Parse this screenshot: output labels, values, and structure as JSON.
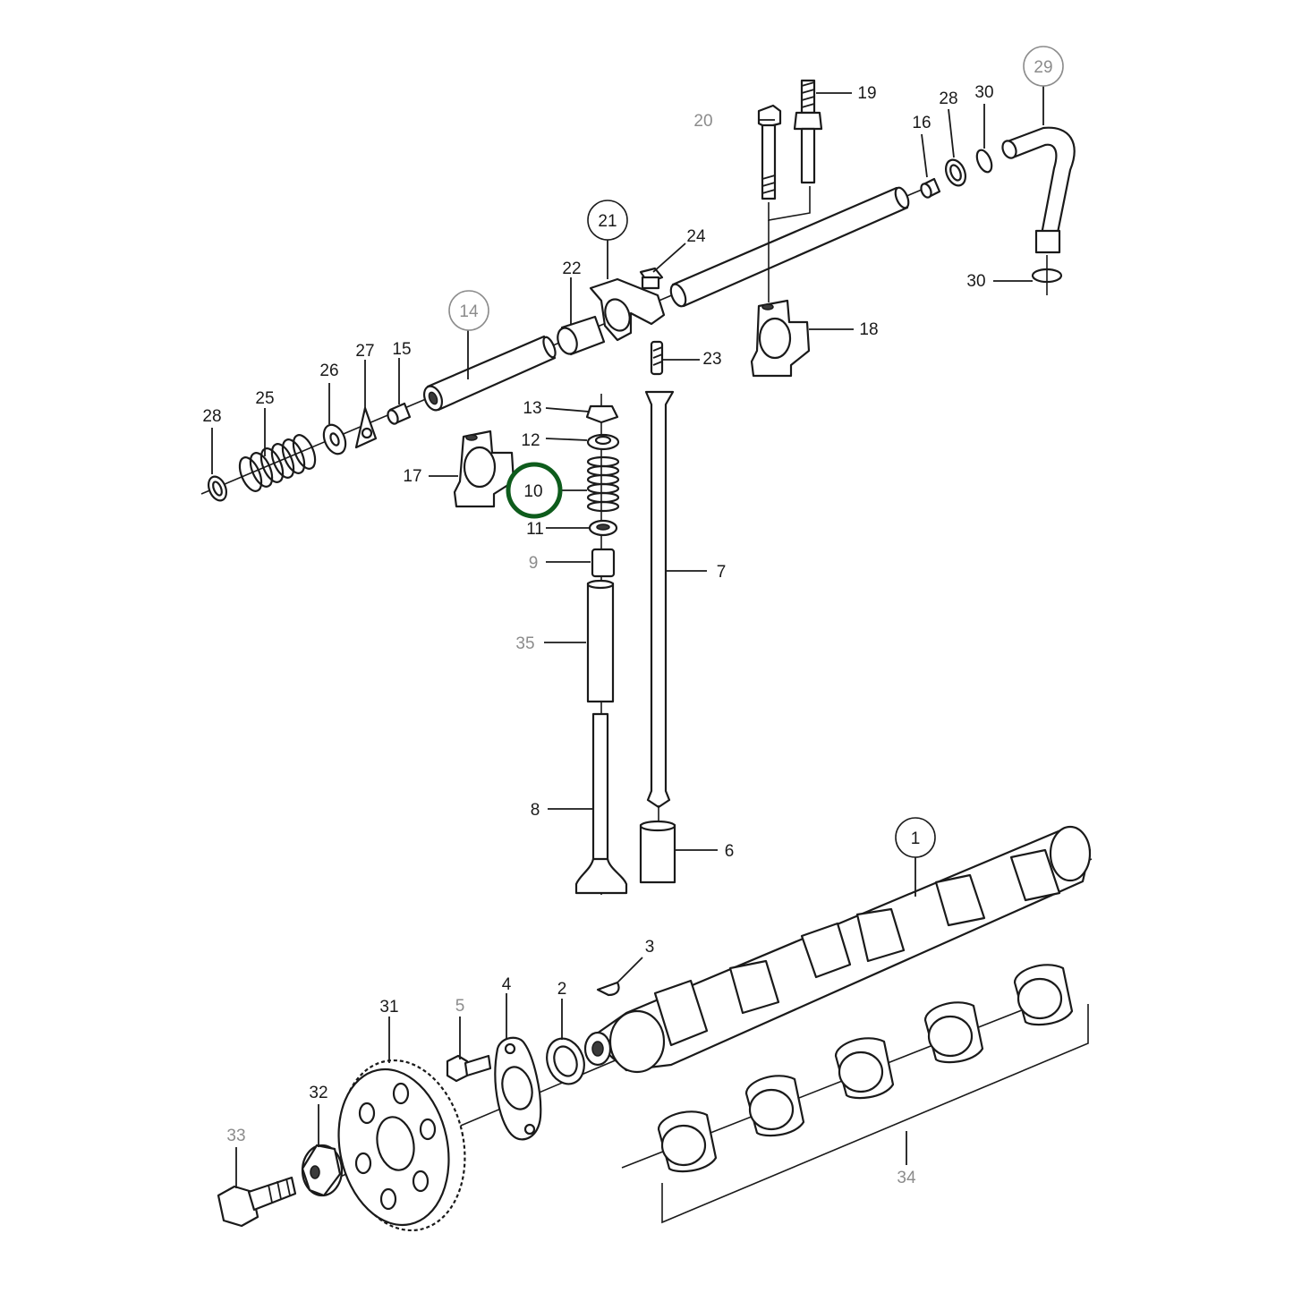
{
  "labels": {
    "p1": "1",
    "p2": "2",
    "p3": "3",
    "p4": "4",
    "p5": "5",
    "p6": "6",
    "p7": "7",
    "p8": "8",
    "p9": "9",
    "p10": "10",
    "p11": "11",
    "p12": "12",
    "p13": "13",
    "p14": "14",
    "p15": "15",
    "p16": "16",
    "p17": "17",
    "p18": "18",
    "p19": "19",
    "p20": "20",
    "p21": "21",
    "p22": "22",
    "p23": "23",
    "p24": "24",
    "p25": "25",
    "p26": "26",
    "p27": "27",
    "p28a": "28",
    "p28b": "28",
    "p29": "29",
    "p30a": "30",
    "p30b": "30",
    "p31": "31",
    "p32": "32",
    "p33": "33",
    "p34": "34",
    "p35": "35"
  },
  "highlight": {
    "part": "10",
    "color": "#0e5c1c"
  },
  "colors": {
    "line": "#1a1a1a",
    "grey_label": "#8c8c8c"
  }
}
